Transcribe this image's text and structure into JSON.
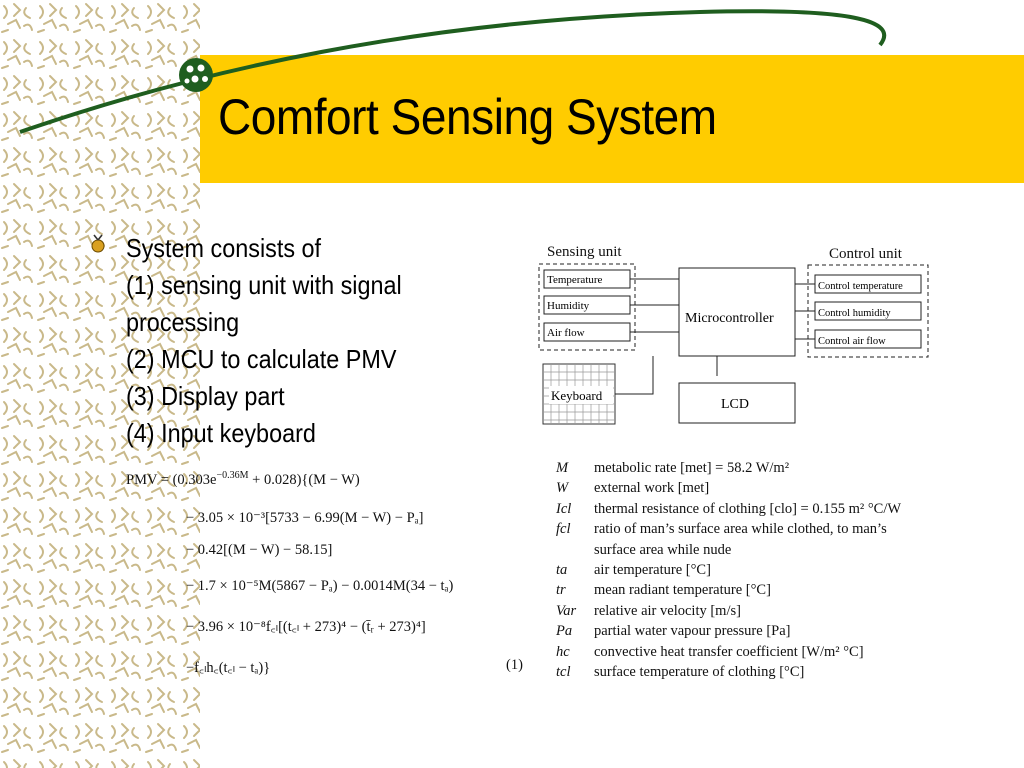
{
  "slide": {
    "title": "Comfort Sensing System",
    "bullet": {
      "lines": [
        "System consists of",
        "(1) sensing unit with signal",
        "processing",
        "(2) MCU to calculate PMV",
        "(3) Display part",
        "(4) Input keyboard"
      ]
    }
  },
  "diagram": {
    "sensing_unit_label": "Sensing unit",
    "control_unit_label": "Control unit",
    "sensors": [
      "Temperature",
      "Humidity",
      "Air flow"
    ],
    "controls": [
      "Control temperature",
      "Control humidity",
      "Control air flow"
    ],
    "microcontroller": "Microcontroller",
    "keyboard": "Keyboard",
    "lcd": "LCD"
  },
  "formula": {
    "line1": "PMV = (0.303e",
    "line1_exp": "−0.36M",
    "line1_rest": " + 0.028){(M − W)",
    "line2": "− 3.05 × 10⁻³[5733 − 6.99(M − W) − Pₐ]",
    "line3": "− 0.42[(M − W) − 58.15]",
    "line4": "− 1.7 × 10⁻⁵M(5867 − Pₐ) − 0.0014M(34 − tₐ)",
    "line5": "− 3.96 × 10⁻⁸f꜀ₗ[(t꜀ₗ + 273)⁴ − (t̄ᵣ + 273)⁴]",
    "line6": "−f꜀ₗh꜀(t꜀ₗ − tₐ)}",
    "eq_number": "(1)"
  },
  "legend": [
    {
      "sym": "M",
      "desc": "metabolic rate [met] = 58.2 W/m²"
    },
    {
      "sym": "W",
      "desc": "external work [met]"
    },
    {
      "sym": "Icl",
      "desc": "thermal resistance of clothing [clo] = 0.155 m² °C/W"
    },
    {
      "sym": "fcl",
      "desc": "ratio of man’s surface area while clothed, to man’s"
    },
    {
      "sym": "",
      "desc": "surface area while nude"
    },
    {
      "sym": "ta",
      "desc": "air temperature [°C]"
    },
    {
      "sym": "tr",
      "desc": "mean radiant temperature [°C]"
    },
    {
      "sym": "Var",
      "desc": "relative air velocity [m/s]"
    },
    {
      "sym": "Pa",
      "desc": "partial water vapour pressure [Pa]"
    },
    {
      "sym": "hc",
      "desc": "convective heat transfer coefficient [W/m² °C]"
    },
    {
      "sym": "tcl",
      "desc": "surface temperature of clothing [°C]"
    }
  ],
  "colors": {
    "band": "#ffcc00",
    "swoosh": "#1f5e1f",
    "pattern": "#c9b98a"
  }
}
